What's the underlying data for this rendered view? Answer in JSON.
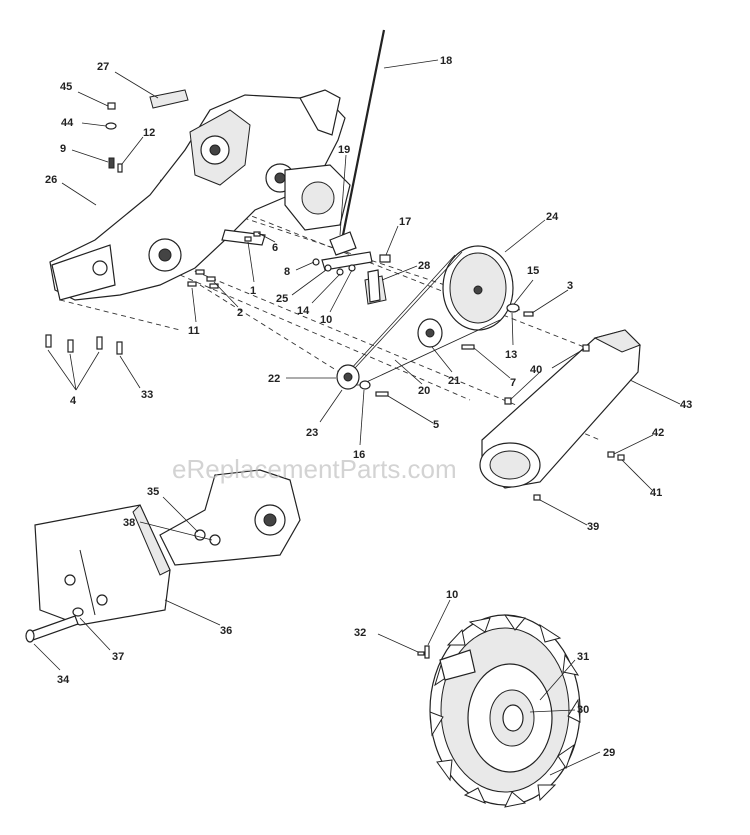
{
  "watermark": "eReplacementParts.com",
  "callouts": [
    {
      "id": "c27",
      "text": "27"
    },
    {
      "id": "c45",
      "text": "45"
    },
    {
      "id": "c44",
      "text": "44"
    },
    {
      "id": "c9",
      "text": "9"
    },
    {
      "id": "c12",
      "text": "12"
    },
    {
      "id": "c26",
      "text": "26"
    },
    {
      "id": "c18",
      "text": "18"
    },
    {
      "id": "c19",
      "text": "19"
    },
    {
      "id": "c6",
      "text": "6"
    },
    {
      "id": "c17",
      "text": "17"
    },
    {
      "id": "c24",
      "text": "24"
    },
    {
      "id": "c28",
      "text": "28"
    },
    {
      "id": "c8",
      "text": "8"
    },
    {
      "id": "c1",
      "text": "1"
    },
    {
      "id": "c25",
      "text": "25"
    },
    {
      "id": "c14",
      "text": "14"
    },
    {
      "id": "c10a",
      "text": "10"
    },
    {
      "id": "c15",
      "text": "15"
    },
    {
      "id": "c3",
      "text": "3"
    },
    {
      "id": "c2",
      "text": "2"
    },
    {
      "id": "c11",
      "text": "11"
    },
    {
      "id": "c13",
      "text": "13"
    },
    {
      "id": "c21",
      "text": "21"
    },
    {
      "id": "c20",
      "text": "20"
    },
    {
      "id": "c7",
      "text": "7"
    },
    {
      "id": "c40",
      "text": "40"
    },
    {
      "id": "c43",
      "text": "43"
    },
    {
      "id": "c4",
      "text": "4"
    },
    {
      "id": "c33",
      "text": "33"
    },
    {
      "id": "c22",
      "text": "22"
    },
    {
      "id": "c23",
      "text": "23"
    },
    {
      "id": "c16",
      "text": "16"
    },
    {
      "id": "c5",
      "text": "5"
    },
    {
      "id": "c42",
      "text": "42"
    },
    {
      "id": "c41",
      "text": "41"
    },
    {
      "id": "c39",
      "text": "39"
    },
    {
      "id": "c35",
      "text": "35"
    },
    {
      "id": "c38",
      "text": "38"
    },
    {
      "id": "c36",
      "text": "36"
    },
    {
      "id": "c37",
      "text": "37"
    },
    {
      "id": "c34",
      "text": "34"
    },
    {
      "id": "c10b",
      "text": "10"
    },
    {
      "id": "c32",
      "text": "32"
    },
    {
      "id": "c31",
      "text": "31"
    },
    {
      "id": "c30",
      "text": "30"
    },
    {
      "id": "c29",
      "text": "29"
    }
  ]
}
